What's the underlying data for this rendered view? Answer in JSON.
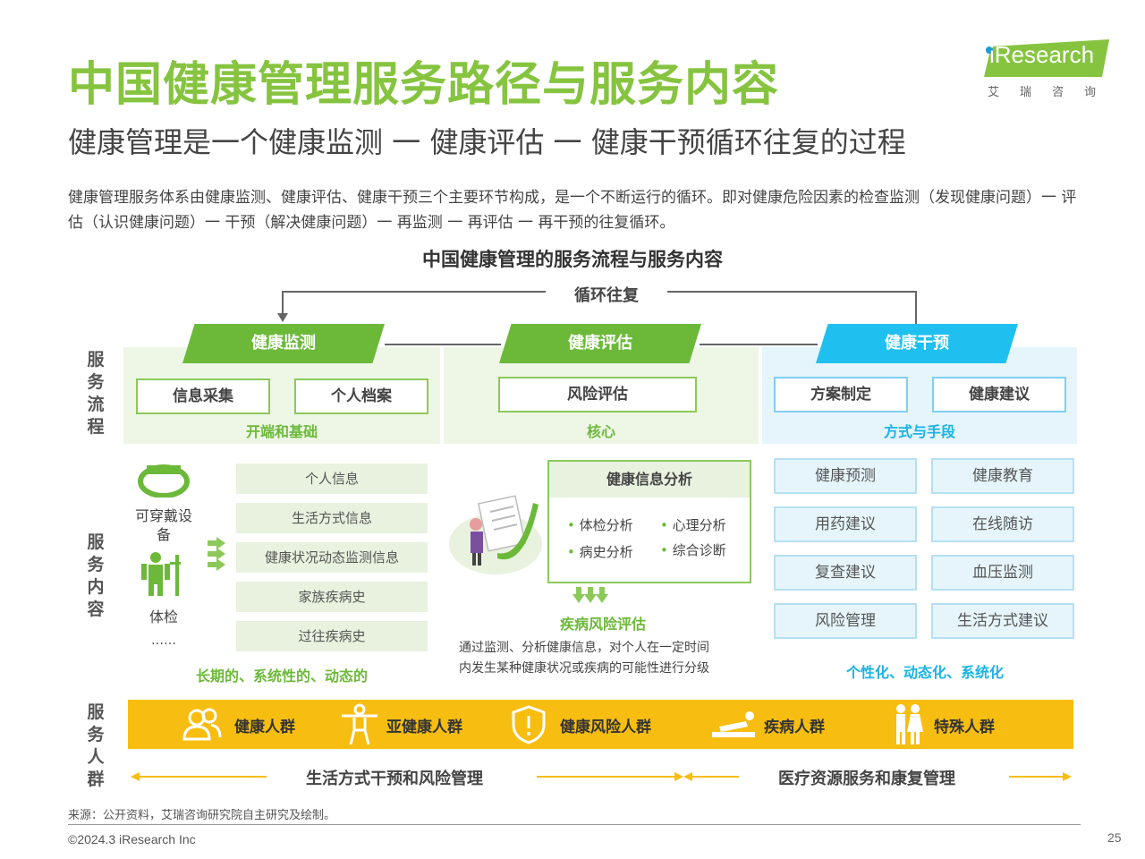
{
  "header": {
    "title": "中国健康管理服务路径与服务内容",
    "subtitle": "健康管理是一个健康监测 一 健康评估 一 健康干预循环往复的过程",
    "logo_text": "iResearch",
    "logo_cn": "艾瑞咨询"
  },
  "intro": "健康管理服务体系由健康监测、健康评估、健康干预三个主要环节构成，是一个不断运行的循环。即对健康危险因素的检查监测（发现健康问题）一 评估（认识健康问题）一 干预（解决健康问题）一 再监测 一 再评估 一 再干预的往复循环。",
  "diagram": {
    "title": "中国健康管理的服务流程与服务内容",
    "loop_label": "循环往复",
    "side_labels": {
      "process": "服务流程",
      "content": "服务内容",
      "population": "服务人群"
    },
    "stages": [
      {
        "head": "健康监测",
        "boxes": [
          "信息采集",
          "个人档案"
        ],
        "tag": "开端和基础"
      },
      {
        "head": "健康评估",
        "boxes": [
          "风险评估"
        ],
        "tag": "核心"
      },
      {
        "head": "健康干预",
        "boxes": [
          "方案制定",
          "健康建议"
        ],
        "tag": "方式与手段"
      }
    ],
    "monitor": {
      "device_label": "可穿戴设备",
      "exam_label": "体检",
      "ellipsis": "……",
      "items": [
        "个人信息",
        "生活方式信息",
        "健康状况动态监测信息",
        "家族疾病史",
        "过往疾病史"
      ],
      "tag": "长期的、系统性的、动态的"
    },
    "assess": {
      "box_title": "健康信息分析",
      "bullets": [
        "体检分析",
        "心理分析",
        "病史分析",
        "综合诊断"
      ],
      "result_title": "疾病风险评估",
      "result_desc_1": "通过监测、分析健康信息，对个人在一定时间",
      "result_desc_2": "内发生某种健康状况或疾病的可能性进行分级"
    },
    "intervene": {
      "items": [
        "健康预测",
        "健康教育",
        "用药建议",
        "在线随访",
        "复查建议",
        "血压监测",
        "风险管理",
        "生活方式建议"
      ],
      "tag": "个性化、动态化、系统化"
    },
    "populations": [
      {
        "label": "健康人群",
        "icon": "people-icon"
      },
      {
        "label": "亚健康人群",
        "icon": "stretching-person-icon"
      },
      {
        "label": "健康风险人群",
        "icon": "shield-alert-icon"
      },
      {
        "label": "疾病人群",
        "icon": "patient-bed-icon"
      },
      {
        "label": "特殊人群",
        "icon": "two-persons-icon"
      }
    ],
    "bottom_arrows": [
      "生活方式干预和风险管理",
      "医疗资源服务和康复管理"
    ]
  },
  "footer": {
    "source": "来源：公开资料，艾瑞咨询研究院自主研究及绘制。",
    "copyright": "©2024.3 iResearch Inc",
    "page": "25"
  },
  "colors": {
    "green": "#6cb93a",
    "light_green": "#86c440",
    "cyan": "#1fc0ef",
    "yellow": "#f7bd10"
  }
}
